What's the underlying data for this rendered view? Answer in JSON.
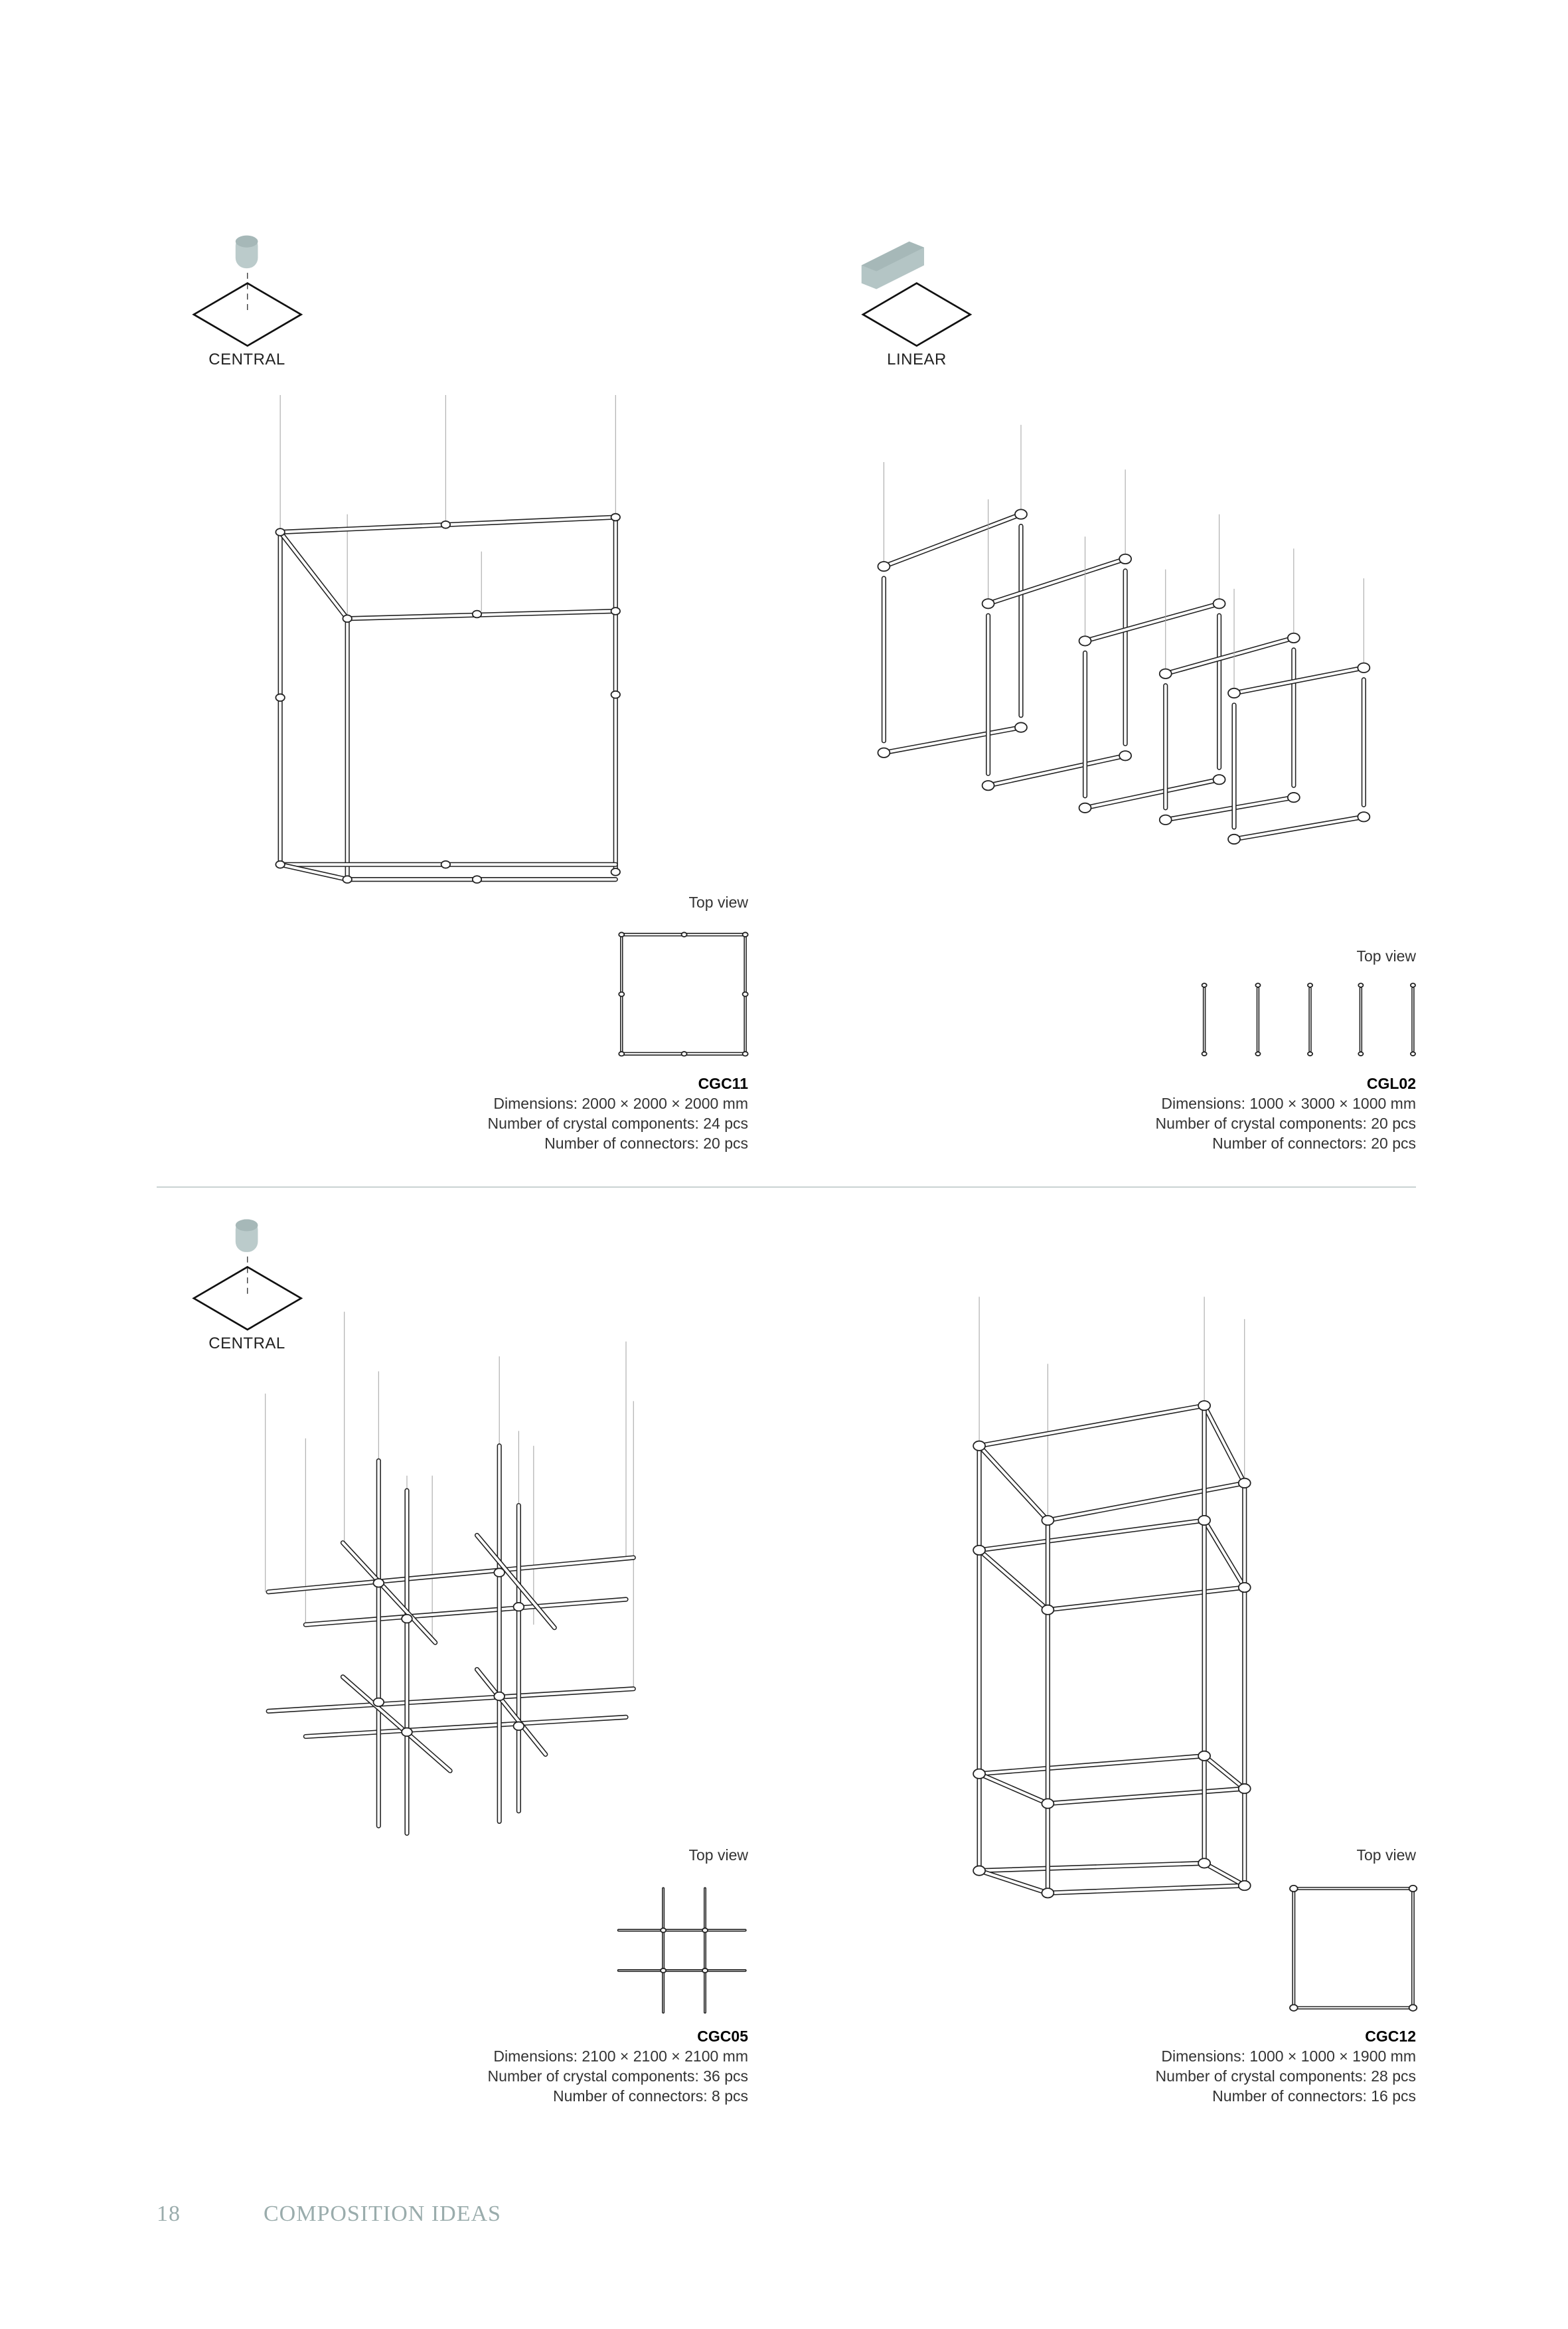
{
  "sections": [
    {
      "icon_type": "central",
      "icon_label": "CENTRAL",
      "top_view_label": "Top view",
      "code": "CGC11",
      "dimensions": "Dimensions:  2000 × 2000 × 2000 mm",
      "crystal_components": "Number of crystal components:  24 pcs",
      "connectors": "Number of connectors:  20 pcs"
    },
    {
      "icon_type": "linear",
      "icon_label": "LINEAR",
      "top_view_label": "Top view",
      "code": "CGL02",
      "dimensions": "Dimensions:  1000 × 3000 × 1000 mm",
      "crystal_components": "Number of crystal components:  20 pcs",
      "connectors": "Number of connectors:  20 pcs"
    },
    {
      "icon_type": "central",
      "icon_label": "CENTRAL",
      "top_view_label": "Top view",
      "code": "CGC05",
      "dimensions": "Dimensions:  2100 × 2100 × 2100 mm",
      "crystal_components": "Number of crystal components:  36 pcs",
      "connectors": "Number of connectors:  8 pcs"
    },
    {
      "top_view_label": "Top view",
      "code": "CGC12",
      "dimensions": "Dimensions:  1000 × 1000 × 1900 mm",
      "crystal_components": "Number of crystal components:  28 pcs",
      "connectors": "Number of connectors:  16 pcs"
    }
  ],
  "footer": {
    "page_number": "18",
    "title": "COMPOSITION IDEAS"
  },
  "colors": {
    "accent": "#9aacac",
    "icon_fill": "#b4c5c5",
    "divider": "#c9d3d3"
  }
}
